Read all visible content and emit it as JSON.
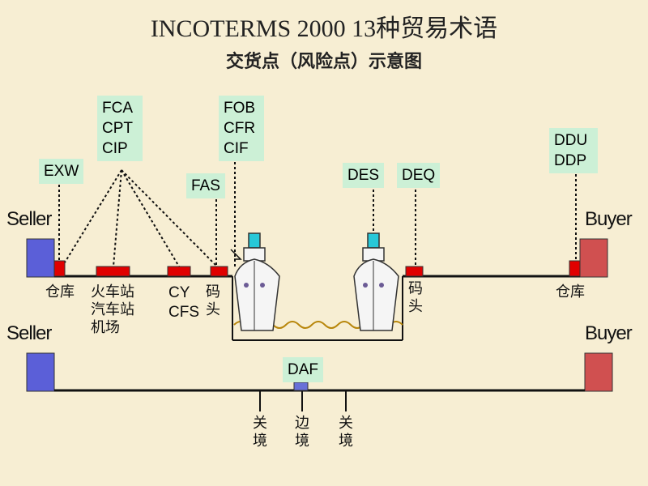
{
  "title": {
    "line1": "INCOTERMS 2000 13种贸易术语",
    "line2": "交货点（风险点）示意图"
  },
  "terms": {
    "exw": "EXW",
    "fca_group": [
      "FCA",
      "CPT",
      "CIP"
    ],
    "fas": "FAS",
    "fob_group": [
      "FOB",
      "CFR",
      "CIF"
    ],
    "des": "DES",
    "deq": "DEQ",
    "ddu_group": [
      "DDU",
      "DDP"
    ],
    "daf": "DAF"
  },
  "parties": {
    "seller_top": "Seller",
    "buyer_top": "Buyer",
    "seller_bottom": "Seller",
    "buyer_bottom": "Buyer"
  },
  "places": {
    "warehouse_seller": "仓库",
    "station": [
      "火车站",
      "汽车站",
      "机场"
    ],
    "cy_cfs": [
      "CY",
      "CFS"
    ],
    "wharf_origin": [
      "码",
      "头"
    ],
    "wharf_dest": [
      "码",
      "头"
    ],
    "warehouse_buyer": "仓库",
    "customs_left": [
      "关",
      "境"
    ],
    "border": [
      "边",
      "境"
    ],
    "customs_right": [
      "关",
      "境"
    ]
  },
  "colors": {
    "background": "#f7eed3",
    "label_box": "#ccf0d6",
    "point_red": "#e00000",
    "seller_blue": "#5b5fd8",
    "buyer_red": "#d05050",
    "line": "#111111"
  }
}
